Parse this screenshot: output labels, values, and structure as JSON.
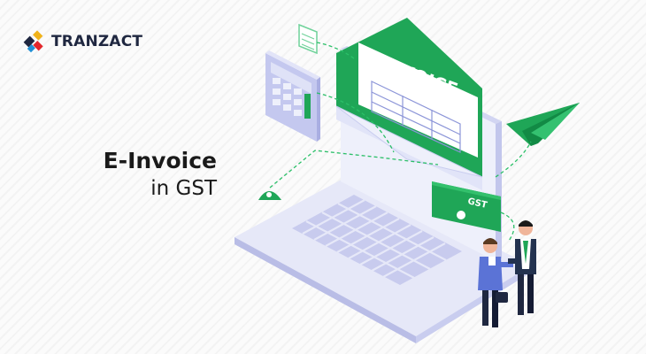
{
  "brand": {
    "name": "TRANZACT",
    "logo_icon": "tranzact-logo-icon"
  },
  "headline": {
    "line1": "E-Invoice",
    "line2": "in GST"
  },
  "illustration": {
    "invoice_title": "E INVOICE",
    "card_label": "GST",
    "colors": {
      "green": "#1fa657",
      "green_dark": "#128a45",
      "lavender": "#d9dcf5",
      "navy": "#1f2740"
    }
  }
}
